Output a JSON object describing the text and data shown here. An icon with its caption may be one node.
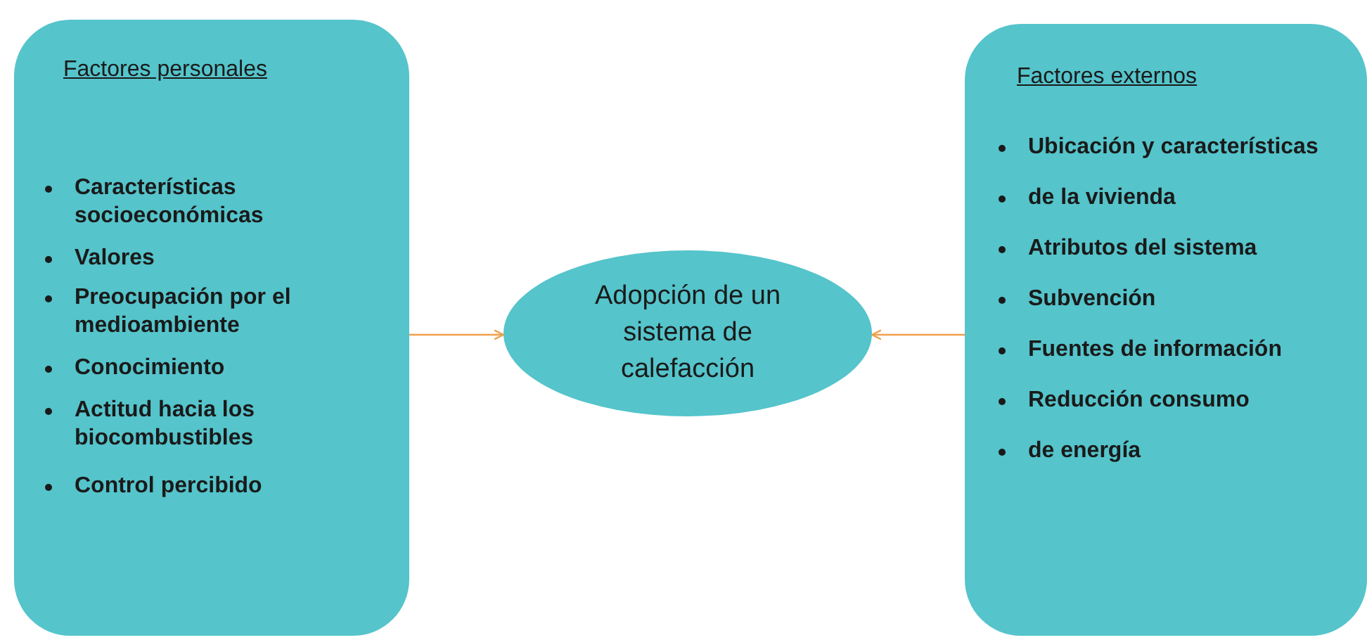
{
  "diagram": {
    "nodes": [
      {
        "text": [
          "Factores personales",
          "Características socioeconómicas",
          "Valores",
          "Preocupación por el medioambiente",
          "Conocimiento",
          "Actitud hacia los biocombustibles",
          "Control percibido"
        ]
      },
      {
        "text": [
          "Factores externos",
          "Ubicación y características",
          "de la vivienda",
          "Atributos del sistema",
          "Subvención",
          "Fuentes de información",
          "Reducción consumo",
          "de energía"
        ]
      },
      {
        "text": [
          "Adopción de un sistema de calefacción"
        ]
      }
    ],
    "edges": [
      {
        "from": 0,
        "to": 2,
        "arrow": "to"
      },
      {
        "from": 1,
        "to": 2,
        "arrow": "to"
      }
    ]
  }
}
